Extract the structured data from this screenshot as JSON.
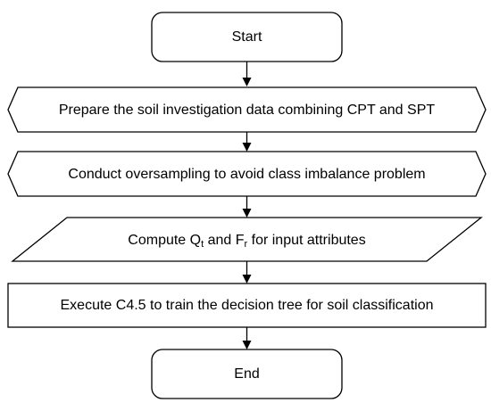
{
  "diagram": {
    "start_label": "Start",
    "step1_label": "Prepare the soil investigation data combining CPT and SPT",
    "step2_label": "Conduct oversampling to avoid class imbalance problem",
    "step3": {
      "prefix": "Compute Q",
      "sub1": "t",
      "middle": " and F",
      "sub2": "r",
      "suffix": " for input attributes"
    },
    "step4_label": "Execute C4.5 to train the decision tree for soil classification",
    "end_label": "End"
  }
}
